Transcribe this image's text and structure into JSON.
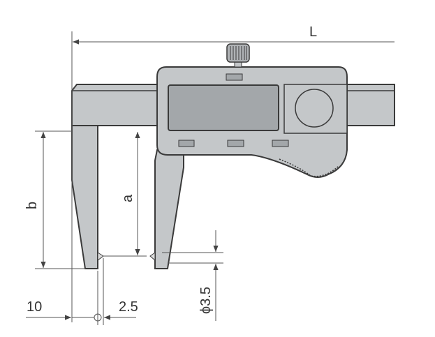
{
  "title": "Digital caliper dimension diagram",
  "dimensions": {
    "length": "L",
    "jaw_depth_outer": "b",
    "jaw_depth_inner": "a",
    "tip_offset": "10",
    "tip_spacing": "2.5",
    "tip_diameter": "ϕ3.5"
  },
  "colors": {
    "body": "#c4c7c9",
    "display": "#a3a7aa",
    "outline": "#3a3a3a"
  }
}
